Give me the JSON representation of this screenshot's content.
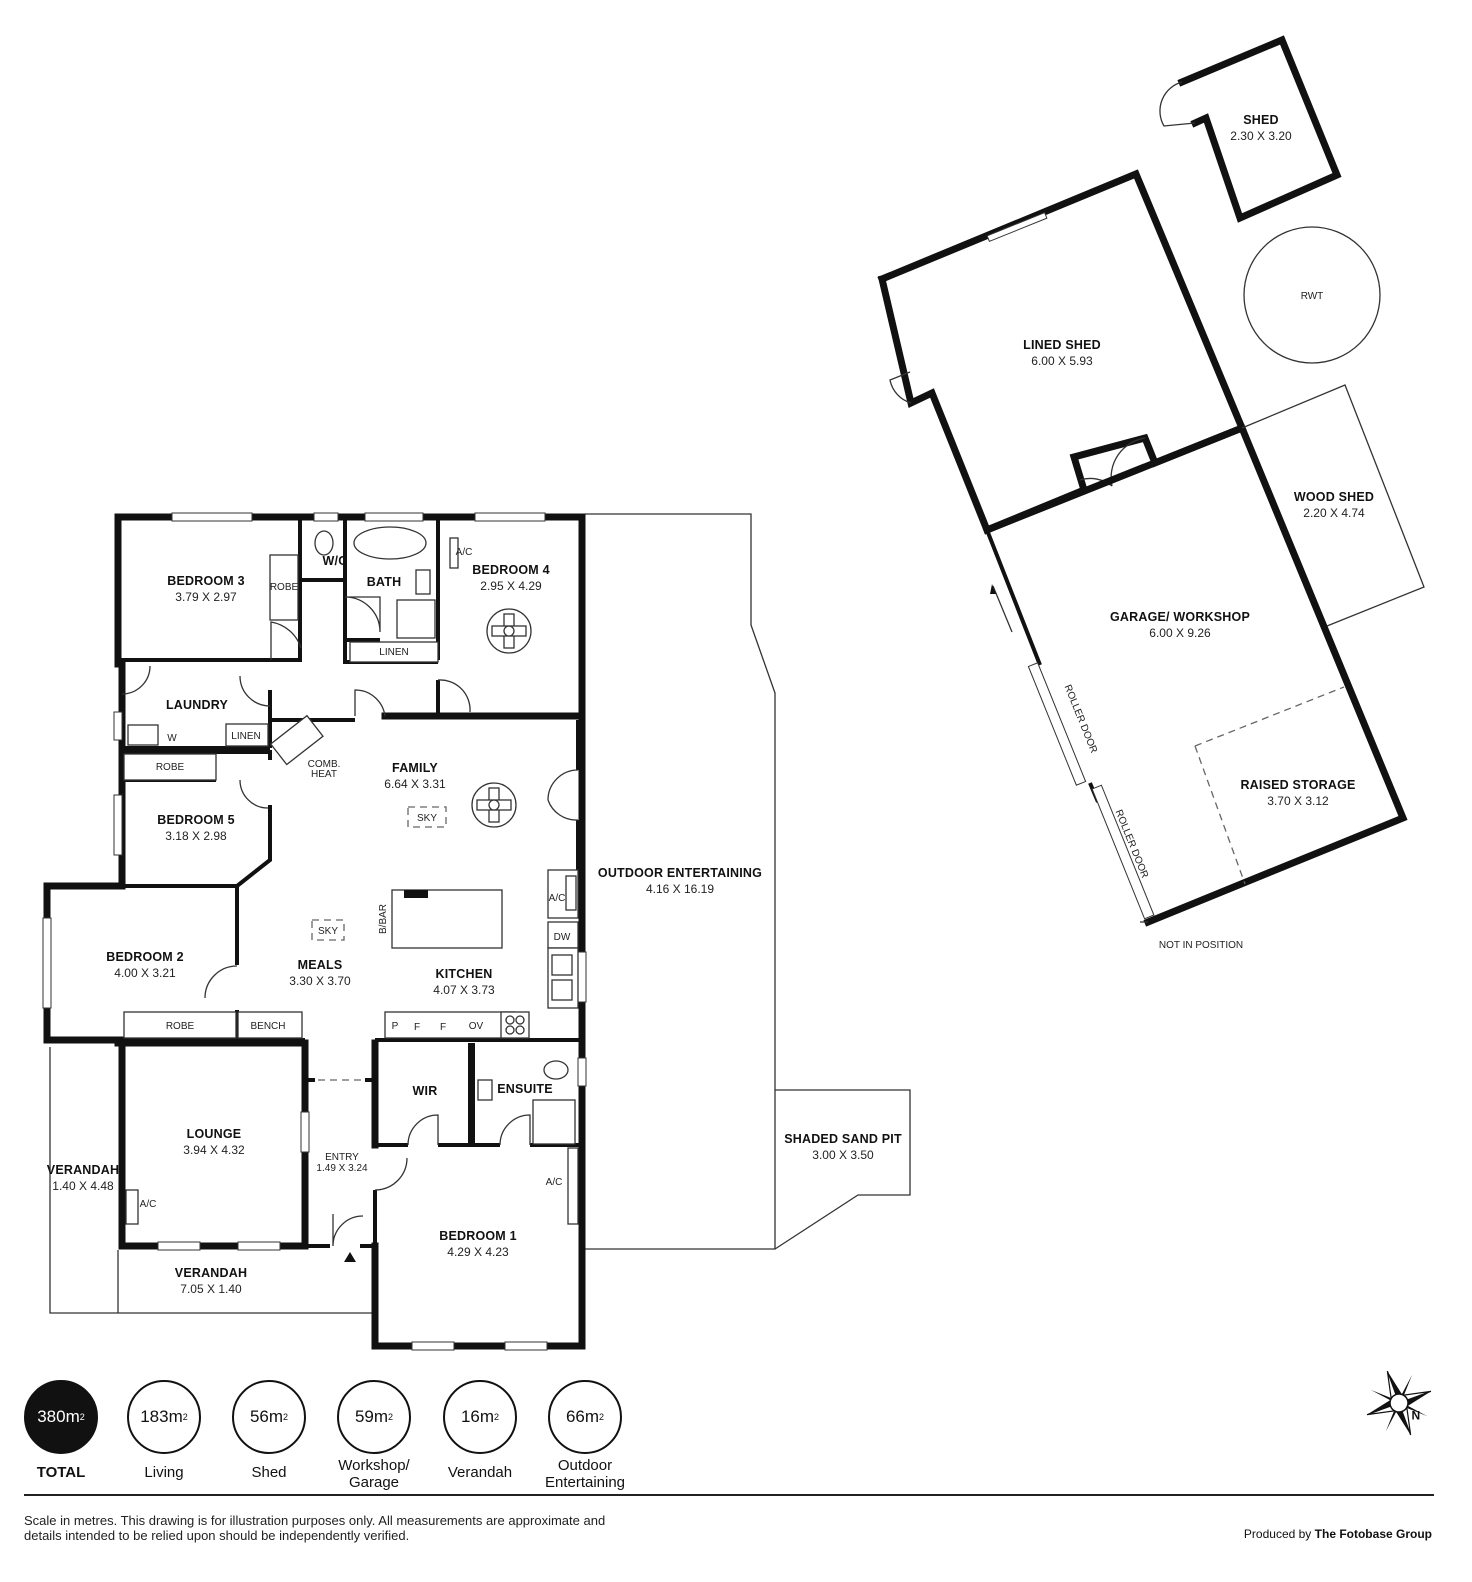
{
  "rooms": {
    "bedroom3": {
      "name": "BEDROOM 3",
      "dim": "3.79 X 2.97"
    },
    "wc": {
      "name": "W/C"
    },
    "bath": {
      "name": "BATH"
    },
    "bedroom4": {
      "name": "BEDROOM 4",
      "dim": "2.95 X 4.29"
    },
    "laundry": {
      "name": "LAUNDRY"
    },
    "family": {
      "name": "FAMILY",
      "dim": "6.64 X 3.31"
    },
    "bedroom5": {
      "name": "BEDROOM 5",
      "dim": "3.18 X 2.98"
    },
    "outdoor": {
      "name": "OUTDOOR ENTERTAINING",
      "dim": "4.16 X 16.19"
    },
    "bedroom2": {
      "name": "BEDROOM 2",
      "dim": "4.00 X 3.21"
    },
    "meals": {
      "name": "MEALS",
      "dim": "3.30 X 3.70"
    },
    "kitchen": {
      "name": "KITCHEN",
      "dim": "4.07 X 3.73"
    },
    "wir": {
      "name": "WIR"
    },
    "ensuite": {
      "name": "ENSUITE"
    },
    "lounge": {
      "name": "LOUNGE",
      "dim": "3.94 X 4.32"
    },
    "entry": {
      "name": "ENTRY",
      "dim": "1.49 X 3.24"
    },
    "verandah_side": {
      "name": "VERANDAH",
      "dim": "1.40 X 4.48"
    },
    "verandah_front": {
      "name": "VERANDAH",
      "dim": "7.05 X 1.40"
    },
    "bedroom1": {
      "name": "BEDROOM 1",
      "dim": "4.29 X 4.23"
    },
    "sandpit": {
      "name": "SHADED SAND PIT",
      "dim": "3.00 X 3.50"
    },
    "shed": {
      "name": "SHED",
      "dim": "2.30 X 3.20"
    },
    "lined_shed": {
      "name": "LINED SHED",
      "dim": "6.00 X 5.93"
    },
    "wood_shed": {
      "name": "WOOD SHED",
      "dim": "2.20 X 4.74"
    },
    "garage": {
      "name": "GARAGE/ WORKSHOP",
      "dim": "6.00 X 9.26"
    },
    "raised_storage": {
      "name": "RAISED STORAGE",
      "dim": "3.70 X 3.12"
    }
  },
  "fixtures": {
    "robe": "ROBE",
    "linen": "LINEN",
    "ac": "A/C",
    "w": "W",
    "comb_heat_1": "COMB.",
    "comb_heat_2": "HEAT",
    "sky": "SKY",
    "bbar": "B/BAR",
    "dw": "DW",
    "p": "P",
    "f": "F",
    "ov": "OV",
    "bench": "BENCH",
    "rwt": "RWT",
    "roller_door": "ROLLER DOOR",
    "not_in_position": "NOT IN POSITION"
  },
  "areas": [
    {
      "value": "380m",
      "sup": "2",
      "label": "TOTAL"
    },
    {
      "value": "183m",
      "sup": "2",
      "label": "Living"
    },
    {
      "value": "56m",
      "sup": "2",
      "label": "Shed"
    },
    {
      "value": "59m",
      "sup": "2",
      "label": "Workshop/ Garage"
    },
    {
      "value": "16m",
      "sup": "2",
      "label": "Verandah"
    },
    {
      "value": "66m",
      "sup": "2",
      "label": "Outdoor Entertaining"
    }
  ],
  "footer": {
    "disclaimer": "Scale in metres. This drawing is for illustration purposes only. All measurements are approximate and details intended to be relied upon should be independently verified.",
    "produced_prefix": "Produced by",
    "producer": "The Fotobase Group"
  },
  "compass_letter": "N"
}
